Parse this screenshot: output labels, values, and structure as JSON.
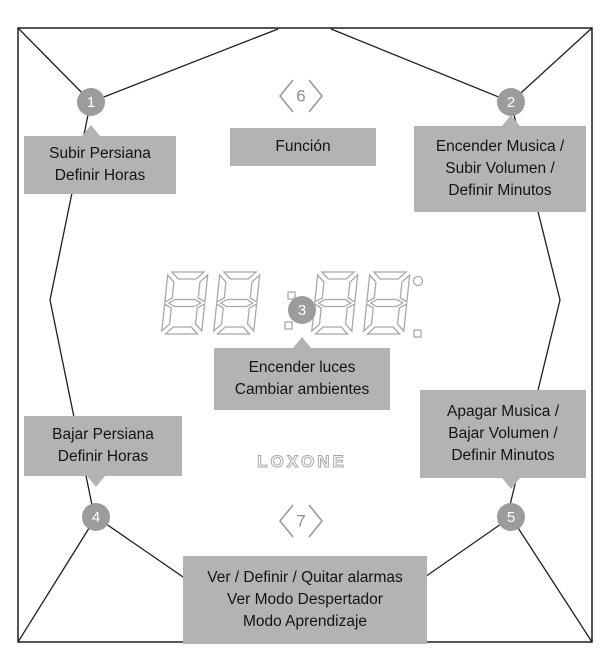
{
  "brand": "LOXONE",
  "display": {
    "value": "88:88",
    "degree_mark": "°"
  },
  "icons": {
    "angle_bracket_left": "⟨",
    "angle_bracket_right": "⟩"
  },
  "colors": {
    "label_bg": "#b3b3b3",
    "circle_bg": "#9c9c9c",
    "line": "#1f1f1f",
    "display_outline": "#a8a8a8",
    "chevron": "#9a9a9a"
  },
  "buttons": {
    "b1": {
      "number": "1",
      "lines": [
        "Subir Persiana",
        "Definir Horas"
      ]
    },
    "b2": {
      "number": "2",
      "lines": [
        "Encender Musica /",
        "Subir Volumen /",
        "Definir Minutos"
      ]
    },
    "b3": {
      "number": "3",
      "lines": [
        "Encender luces",
        "Cambiar ambientes"
      ]
    },
    "b4": {
      "number": "4",
      "lines": [
        "Bajar Persiana",
        "Definir Horas"
      ]
    },
    "b5": {
      "number": "5",
      "lines": [
        "Apagar Musica /",
        "Bajar Volumen /",
        "Definir Minutos"
      ]
    },
    "b6": {
      "number": "6",
      "lines": [
        "Función"
      ]
    },
    "b7": {
      "number": "7",
      "lines": [
        "Ver / Definir / Quitar alarmas",
        "Ver Modo Despertador",
        "Modo Aprendizaje"
      ]
    }
  }
}
